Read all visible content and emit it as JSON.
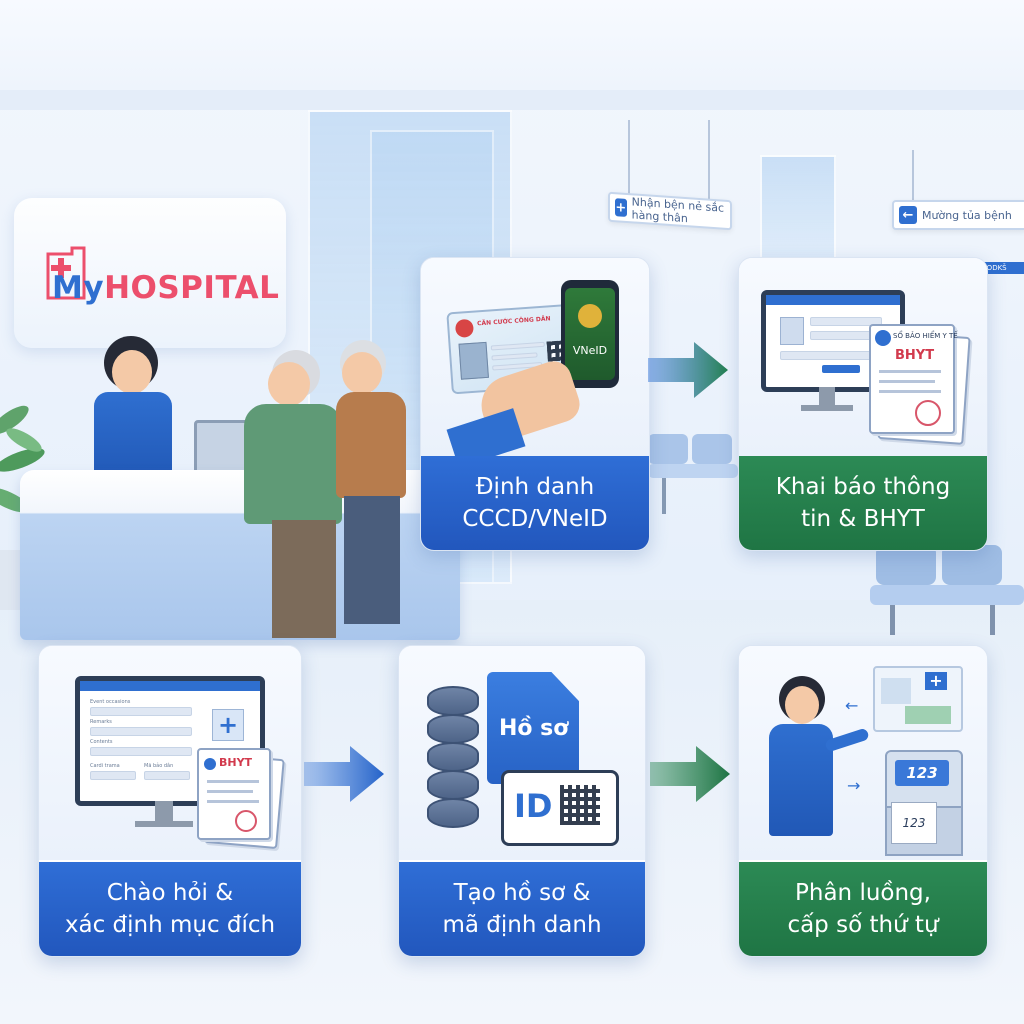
{
  "brand": {
    "logo_my": "My",
    "logo_hospital": "HOSPITAL"
  },
  "signs": {
    "center_sign": "Nhận bện nẻ sắc hàng thân",
    "right_sign": "Mường tủa bệnh",
    "far_right_sign": "BODKŠ SEDB"
  },
  "steps": [
    {
      "id": 1,
      "line1": "Chào hỏi &",
      "line2": "xác định mục đích",
      "color": "blue"
    },
    {
      "id": 2,
      "line1": "Định danh",
      "line2": "CCCD/VNeID",
      "color": "blue"
    },
    {
      "id": 3,
      "line1": "Khai báo thông",
      "line2": "tin & BHYT",
      "color": "green"
    },
    {
      "id": 4,
      "line1": "Tạo hồ sơ &",
      "line2": "mã định danh",
      "color": "blue"
    },
    {
      "id": 5,
      "line1": "Phân luồng,",
      "line2": "cấp số thứ tự",
      "color": "green"
    }
  ],
  "illustrations": {
    "id_card_title": "CĂN CƯỚC CÔNG DÂN",
    "vneid_label": "VNeID",
    "bhyt_doc_title": "BHYT",
    "bhyt_doc_header": "SỔ BẢO HIỂM Y TẾ",
    "file_label": "Hồ sơ",
    "id_label": "ID",
    "queue_display": "123",
    "ticket_number": "123",
    "form_fields": [
      "Event occasions",
      "Remarks",
      "Contents",
      "Cardi trama",
      "Mã bảo dân"
    ]
  },
  "colors": {
    "blue": "#2563c9",
    "green": "#23804c",
    "brand_red": "#ec4f6c",
    "brand_blue": "#2f6fd0"
  }
}
